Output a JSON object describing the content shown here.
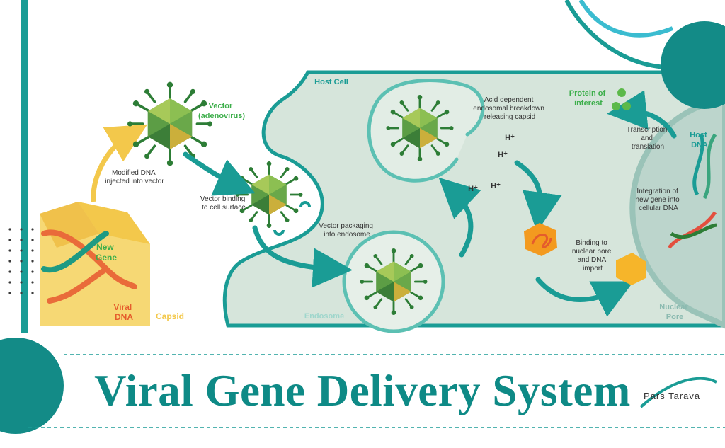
{
  "title": "Viral Gene Delivery System",
  "logo": {
    "text": "Pars Tarava"
  },
  "labels": {
    "vector": [
      "Vector",
      "(adenovirus)"
    ],
    "modified_dna": [
      "Modified DNA",
      "injected into vector"
    ],
    "new_gene": [
      "New",
      "Gene"
    ],
    "viral_dna": [
      "Viral",
      "DNA"
    ],
    "capsid": "Capsid",
    "host_cell": "Host Cell",
    "vector_binding": [
      "Vector binding",
      "to cell surface"
    ],
    "vector_packaging": [
      "Vector packaging",
      "into endosome"
    ],
    "endosome": "Endosome",
    "acid_breakdown": [
      "Acid dependent",
      "endosomal breakdown",
      "releasing capsid"
    ],
    "h_plus": "H⁺",
    "protein": [
      "Protein of",
      "interest"
    ],
    "transcription": [
      "Transcription",
      "and",
      "translation"
    ],
    "host_dna": [
      "Host",
      "DNA"
    ],
    "integration": [
      "Integration of",
      "new gene into",
      "cellular DNA"
    ],
    "binding_pore": [
      "Binding to",
      "nuclear pore",
      "and DNA",
      "import"
    ],
    "nuclear_pore": [
      "Nuclear",
      "Pore"
    ]
  },
  "colors": {
    "teal": "#1a9c95",
    "teal_dark": "#0e8a86",
    "cell_fill": "#d6e5db",
    "capsid_yellow": "#f3c84b",
    "virus_green": "#3f8f3e",
    "orange": "#f39a1f",
    "green_label": "#3cae4a"
  }
}
